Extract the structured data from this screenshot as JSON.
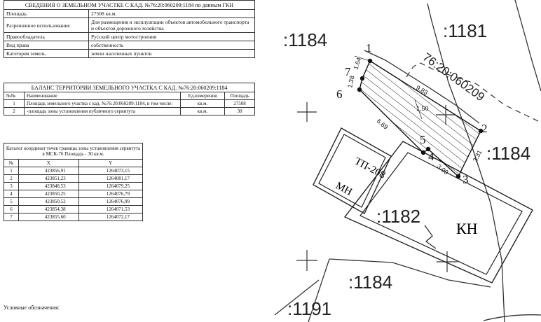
{
  "info_table": {
    "title": "СВЕДЕНИЯ О ЗЕМЕЛЬНОМ УЧАСТКЕ С КАД. №76:20:060209:1184 по данным ГКН",
    "rows": [
      {
        "label": "Площадь",
        "value": "27508 кв.м."
      },
      {
        "label": "Разрешенное использование",
        "value": "Для размещения и эксплуатации объектов автомобильного транспорта и объектов дорожного хозяйства"
      },
      {
        "label": "Правообладатель",
        "value": "Русский центр мотостроения"
      },
      {
        "label": "Вид права",
        "value": "собственность"
      },
      {
        "label": "Категория земель",
        "value": "земли населенных пунктов"
      }
    ]
  },
  "balance_table": {
    "title": "БАЛАНС ТЕРРИТОРИИ ЗЕМЕЛЬНОГО УЧАСТКА С КАД. №76:20:060209:1184",
    "headers": [
      "№№",
      "Наименование",
      "Ед.измерения",
      "Площадь"
    ],
    "rows": [
      {
        "num": "1",
        "name": "Площадь земельного участка с кад. №76:20:060209:1184, в том числе:",
        "unit": "кв.м.",
        "area": "27508"
      },
      {
        "num": "2",
        "name": "-площадь зоны установления публичного сервитута",
        "unit": "кв.м.",
        "area": "30"
      }
    ]
  },
  "catalog_table": {
    "caption": "Каталог координат точек границы зоны установления сервитута в МСК-76 Площадь - 30 кв.м.",
    "headers": [
      "№",
      "X",
      "Y"
    ],
    "rows": [
      [
        "1",
        "423856,91",
        "1264073,15"
      ],
      [
        "2",
        "423851,23",
        "1264081,17"
      ],
      [
        "3",
        "423848,53",
        "1264079,25"
      ],
      [
        "4",
        "423850,25",
        "1264076,79"
      ],
      [
        "5",
        "423850,52",
        "1264076,99"
      ],
      [
        "6",
        "423854,38",
        "1264071,53"
      ],
      [
        "7",
        "423855,60",
        "1264072,17"
      ]
    ]
  },
  "legend": {
    "title": "Условные обозначения:"
  },
  "map": {
    "parcel_labels": [
      ":1184",
      ":1181",
      ":1184",
      ":1182",
      ":1184",
      ":1191"
    ],
    "quarter_label": "76:20:060209",
    "building_tp": {
      "line1": "ТП-208",
      "line2": "МН"
    },
    "building_kn": "КН",
    "points": [
      "1",
      "2",
      "3",
      "4",
      "5",
      "6",
      "7"
    ],
    "dimensions": [
      "1.64",
      "1.38",
      "9.83",
      "1.50",
      "6.69",
      "3.31",
      "3.00"
    ]
  }
}
